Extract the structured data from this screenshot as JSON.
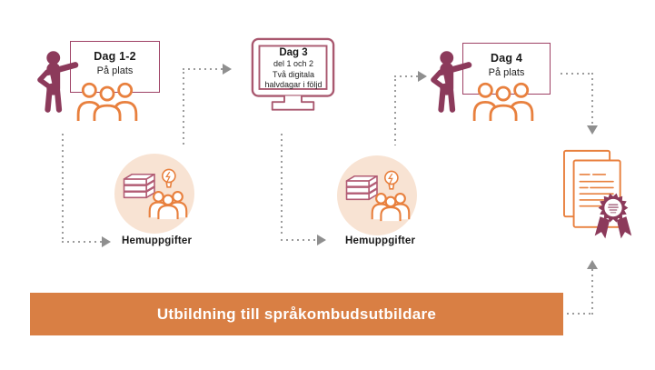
{
  "banner": {
    "label": "Utbildning till språkombudsutbildare",
    "bg_color": "#D97F44",
    "text_color": "#FFFFFF"
  },
  "steps": [
    {
      "title": "Dag 1-2",
      "subtitle": "På plats"
    },
    {
      "title": "Dag 3",
      "line1": "del 1 och 2",
      "line2": "Två digitala",
      "line3": "halvdagar i följd"
    },
    {
      "title": "Dag 4",
      "subtitle": "På plats"
    }
  ],
  "homework": [
    {
      "label": "Hemuppgifter"
    },
    {
      "label": "Hemuppgifter"
    }
  ],
  "icons": {
    "presenter": "presenter-person-silhouette",
    "audience": "audience-three-people-outline",
    "monitor": "desktop-monitor-outline",
    "books": "book-stack",
    "lightbulb": "lightbulb-with-bolt",
    "people_group": "small-people-group",
    "documents": "document-pages",
    "rosette": "award-rosette-with-ribbons",
    "arrows": "gray-dotted-elbow-arrow"
  },
  "colors": {
    "maroon": "#8C3A5B",
    "rose_border": "#9E4165",
    "monitor_rose": "#A9586F",
    "book_rose": "#B25C74",
    "orange": "#E8803E",
    "circle_bg": "#F8E3D3",
    "banner_orange": "#D97F44",
    "arrow_gray": "#9C9C9C",
    "text": "#1A1A1A"
  }
}
